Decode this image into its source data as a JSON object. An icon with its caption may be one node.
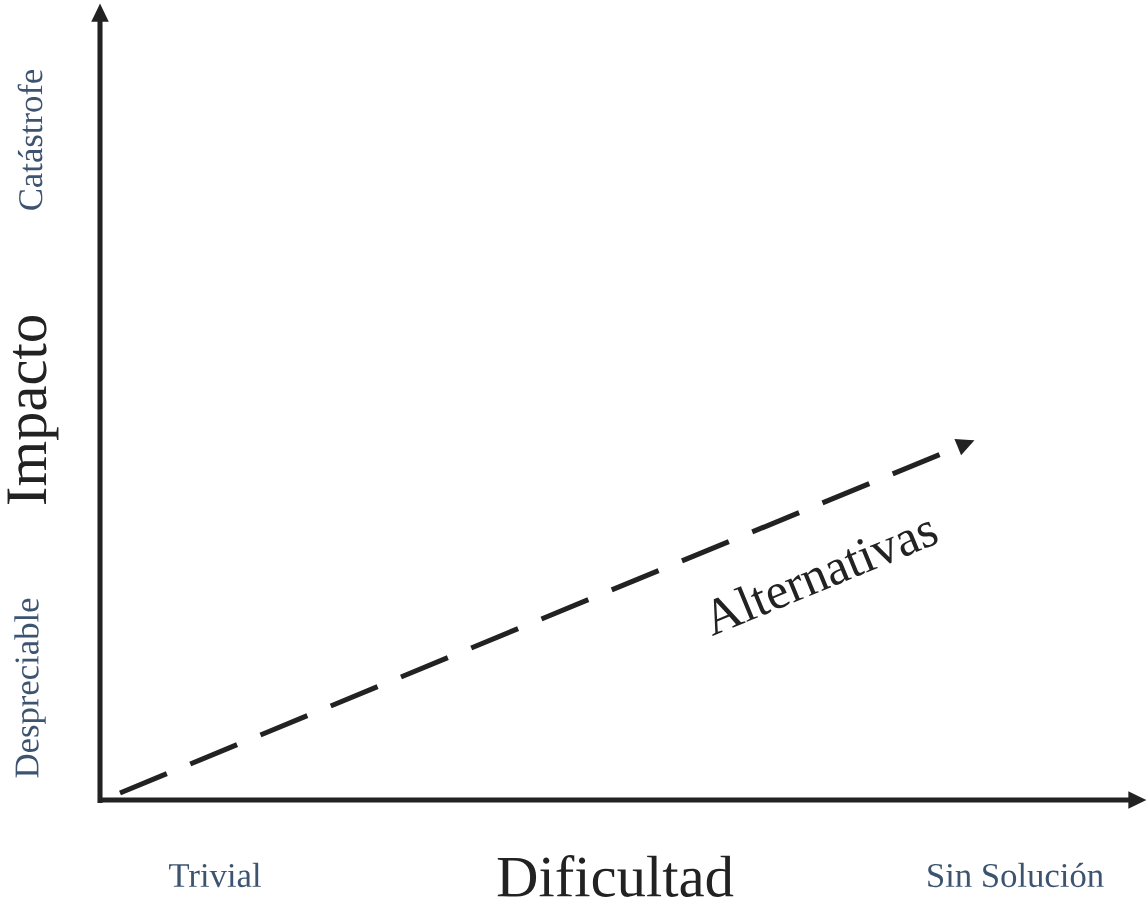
{
  "diagram": {
    "labels": [
      "Catástrofe",
      "Impacto",
      "Alternativas",
      "Despreciable",
      "Trivial",
      "Dificultad",
      "Sin Solución"
    ]
  }
}
